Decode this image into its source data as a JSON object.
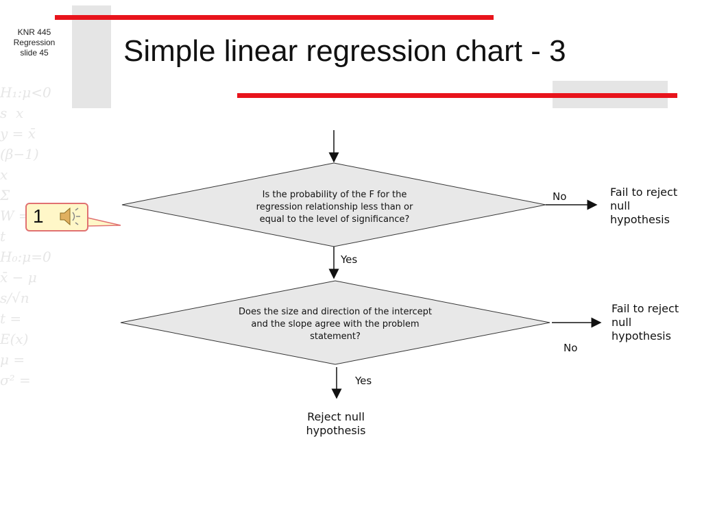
{
  "slide": {
    "course_label": "KNR 445\nRegression\nslide 45",
    "title": "Simple linear regression chart - 3"
  },
  "flowchart": {
    "decision1": {
      "text": "Is the probability of the F for the regression relationship less than or equal to the level of significance?",
      "yes_label": "Yes",
      "no_label": "No",
      "no_outcome": "Fail to reject null hypothesis"
    },
    "decision2": {
      "text": "Does the size and direction of the intercept and the slope agree with the problem statement?",
      "yes_label": "Yes",
      "no_label": "No",
      "no_outcome": "Fail to reject null hypothesis",
      "yes_outcome": "Reject null hypothesis"
    }
  },
  "callout": {
    "number": "1",
    "icon": "speaker-icon"
  },
  "colors": {
    "accent_red": "#e8141c",
    "gray_block": "#e5e5e5",
    "diamond_fill": "#e8e8e8"
  }
}
